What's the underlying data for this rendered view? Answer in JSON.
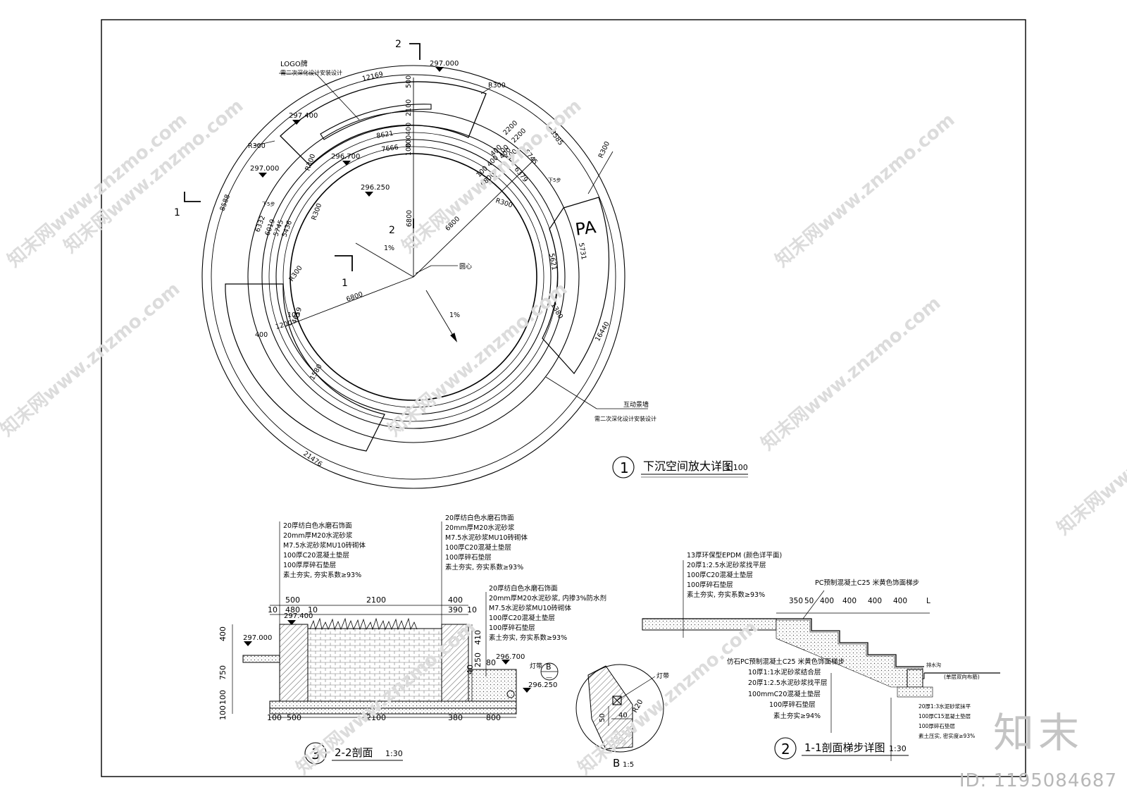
{
  "plan": {
    "section_marks": [
      {
        "id": "sec-mark-2-top",
        "label": "2"
      },
      {
        "id": "sec-mark-1-left",
        "label": "1"
      },
      {
        "id": "sec-mark-2-center",
        "label": "2"
      },
      {
        "id": "sec-mark-1-center",
        "label": "1"
      }
    ],
    "elevations": [
      {
        "id": "elev-297000-top",
        "value": "297.000"
      },
      {
        "id": "elev-297400",
        "value": "297.400"
      },
      {
        "id": "elev-297000-left",
        "value": "297.000"
      },
      {
        "id": "elev-296700",
        "value": "296.700"
      },
      {
        "id": "elev-296250",
        "value": "296.250"
      }
    ],
    "dims": [
      "12169",
      "500",
      "2100",
      "400",
      "800",
      "100",
      "8621",
      "7666",
      "2200",
      "8585",
      "6745",
      "6379",
      "R300",
      "R300",
      "R300",
      "R300",
      "R300",
      "R300",
      "R300",
      "8588",
      "6332",
      "6019",
      "5745",
      "5436",
      "6800",
      "6800",
      "6800",
      "6800",
      "1%",
      "1%",
      "5621",
      "5731",
      "1380",
      "16440",
      "400",
      "1200",
      "100",
      "4619",
      "1580",
      "21476",
      "PA",
      "100 400 100",
      "400",
      "100",
      "400",
      "2200"
    ],
    "logo_note_1": "LOGO牌",
    "logo_note_2": "需二次深化设计安装设计",
    "center_label": "圆心",
    "wall_note_1": "互动景墙",
    "wall_note_2": "需二次深化设计安装设计",
    "down_1": "下5步",
    "down_2": "下5步",
    "title_num": "1",
    "title": "下沉空间放大详图",
    "scale": "1:100"
  },
  "section22": {
    "notes_left": [
      "20厚纺白色水磨石饰面",
      "20mm厚M20水泥砂浆",
      "M7.5水泥砂浆MU10砖砌体",
      "100厚C20混凝土垫层",
      "100厚厚碎石垫层",
      "素土夯实, 夯实系数≥93%"
    ],
    "notes_mid": [
      "20厚纺白色水磨石饰面",
      "20mm厚M20水泥砂浆",
      "M7.5水泥砂浆MU10砖砌体",
      "100厚C20混凝土垫层",
      "100厚碎石垫层",
      "素土夯实, 夯实系数≥93%"
    ],
    "notes_right": [
      "20厚纺白色水磨石饰面",
      "20mm厚M20水泥砂浆, 内掺3%防水剂",
      "M7.5水泥砂浆MU10砖砌体",
      "100厚C20混凝土垫层",
      "100厚碎石垫层",
      "素土夯实, 夯实系数≥93%"
    ],
    "top_dims": [
      "500",
      "2100",
      "400",
      "10",
      "480",
      "10",
      "390",
      "10"
    ],
    "bottom_dims": [
      "100",
      "500",
      "2100",
      "380",
      "800"
    ],
    "left_dims": [
      "400",
      "750",
      "100",
      "100"
    ],
    "right_dims": [
      "410",
      "250",
      "40",
      "80"
    ],
    "elev_297400": "297.400",
    "elev_297000": "297.000",
    "elev_296700": "296.700",
    "elev_296250": "296.250",
    "lamp": "灯带",
    "callout_letter": "B",
    "callout_sub": "—",
    "title_num": "3",
    "title": "2-2剖面",
    "scale": "1:30"
  },
  "detailB": {
    "lamp": "灯带",
    "dim_50": "50",
    "dim_40": "40",
    "dim_r20": "R20",
    "title": "B",
    "scale": "1:5"
  },
  "section11": {
    "notes_top": [
      "13厚环保型EPDM (颜色详平面)",
      "20厚1:2.5水泥砂浆找平层",
      "100厚C20混凝土垫层",
      "100厚碎石垫层",
      "素土夯实, 夯实系数≥93%"
    ],
    "pc_note": "PC预制混凝土C25 米黄色饰面梯步",
    "step_dims": [
      "350",
      "50",
      "400",
      "400",
      "400",
      "400",
      "L"
    ],
    "notes_bottom": [
      "仿石PC预制混凝土C25 米黄色饰面梯步",
      "10厚1:1水泥砂浆结合层",
      "20厚1:2.5水泥砂浆找平层",
      "100mmC20混凝土垫层",
      "100厚碎石垫层",
      "素土夯实≥94%"
    ],
    "notes_right": [
      "20厚1:3水泥砂浆抹平",
      "100厚C15混凝土垫层",
      "100厚碎石垫层",
      "素土压实, 密实度≥93%"
    ],
    "drain_note": "排水沟",
    "drain_note2": "(单层双向布筋)",
    "title_num": "2",
    "title": "1-1剖面梯步详图",
    "scale": "1:30"
  },
  "watermark": "知末网www.znzmo.com",
  "brand": "知末",
  "id_text": "ID: 1195084687"
}
